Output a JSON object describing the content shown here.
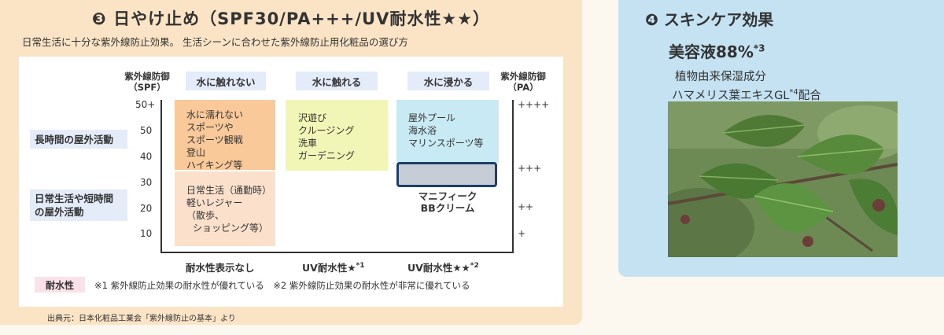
{
  "sunscreen": {
    "title": "❸ 日やけ止め（SPF30/PA+++/UV耐水性★★）",
    "subtitle": "日常生活に十分な紫外線防止効果。 生活シーンに合わせた紫外線防止用化粧品の選び方",
    "source": "出典元：日本化粧品工業会「紫外線防止の基本」より",
    "chart": {
      "spf_axis_title": [
        "紫外線防御",
        "（SPF）"
      ],
      "pa_axis_title": [
        "紫外線防御",
        "（PA）"
      ],
      "spf_ticks": [
        "50+",
        "50",
        "40",
        "30",
        "20",
        "10"
      ],
      "pa_ticks": [
        "++++",
        "+++",
        "++",
        "+"
      ],
      "columns": [
        "水に触れない",
        "水に触れる",
        "水に浸かる"
      ],
      "rows": [
        "長時間の屋外活動",
        "日常生活や短時間の屋外活動"
      ],
      "cell_no_water_long": [
        "水に濡れない",
        "スポーツや",
        "スポーツ観戦",
        "登山",
        "ハイキング等"
      ],
      "cell_no_water_daily": [
        "日常生活（通勤時）",
        "軽いレジャー",
        "（散歩、",
        "ショッピング等）"
      ],
      "cell_water_touch": [
        "沢遊び",
        "クルージング",
        "洗車",
        "ガーデニング"
      ],
      "cell_water_immerse": [
        "屋外プール",
        "海水浴",
        "マリンスポーツ等"
      ],
      "product_label": [
        "マニフィーク",
        "BBクリーム"
      ],
      "water_resistance_labels": [
        "耐水性表示なし",
        "UV耐水性★",
        "UV耐水性★★"
      ],
      "water_resistance_marks": [
        "*1",
        "*2"
      ],
      "legend_tag": "耐水性",
      "legend_note": "※1 紫外線防止効果の耐水性が優れている　※2 紫外線防止効果の耐水性が非常に優れている",
      "colors": {
        "no_water_long": "#f9c99a",
        "no_water_daily": "#fbe1cb",
        "water_touch": "#f1f5b5",
        "water_immerse": "#c8eaf5",
        "product_box": "#c7cdd6",
        "product_border": "#1f3f6b",
        "header_bg": "#e3ecf8",
        "legend_bg": "#fbe1e8"
      }
    }
  },
  "skincare": {
    "title": "❹ スキンケア効果",
    "serum_label": "美容液88%",
    "serum_mark": "*3",
    "plant_origin": "植物由来保湿成分",
    "extract_name": "ハマメリス葉エキスGL",
    "extract_mark": "*4",
    "extract_suffix": "配合",
    "photo": "hamamelis-leaves-photo"
  }
}
